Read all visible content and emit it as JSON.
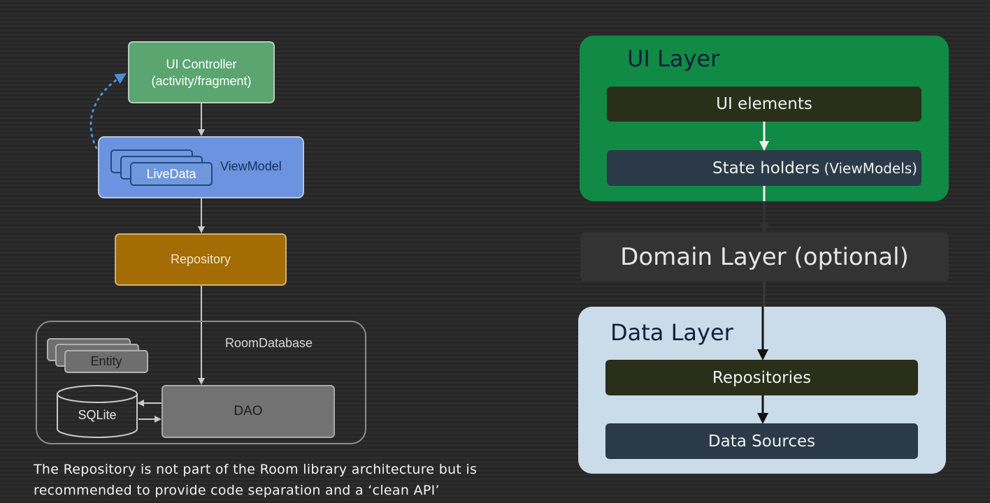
{
  "left_diagram": {
    "ui_controller": {
      "line1": "UI Controller",
      "line2": "(activity/fragment)"
    },
    "viewmodel": {
      "livedata_label": "LiveData",
      "label": "ViewModel"
    },
    "repository": {
      "label": "Repository"
    },
    "room_database": {
      "label": "RoomDatabase",
      "entity_label": "Entity",
      "sqlite_label": "SQLite",
      "dao_label": "DAO"
    },
    "caption": {
      "line1": "The Repository is not part of the Room library architecture but is",
      "line2": "recommended to provide code separation and a ‘clean API’"
    }
  },
  "right_diagram": {
    "ui_layer": {
      "title": "UI Layer",
      "ui_elements": "UI elements",
      "state_holders": "State holders",
      "state_holders_paren": "(ViewModels)"
    },
    "domain_layer": {
      "title": "Domain Layer (optional)"
    },
    "data_layer": {
      "title": "Data Layer",
      "repositories": "Repositories",
      "data_sources": "Data Sources"
    }
  },
  "colors": {
    "ui_controller": "#5aa570",
    "viewmodel": "#6b93e0",
    "repository": "#a36c05",
    "ui_layer": "#108a45",
    "domain_layer": "#333333",
    "data_layer": "#cadbea"
  }
}
